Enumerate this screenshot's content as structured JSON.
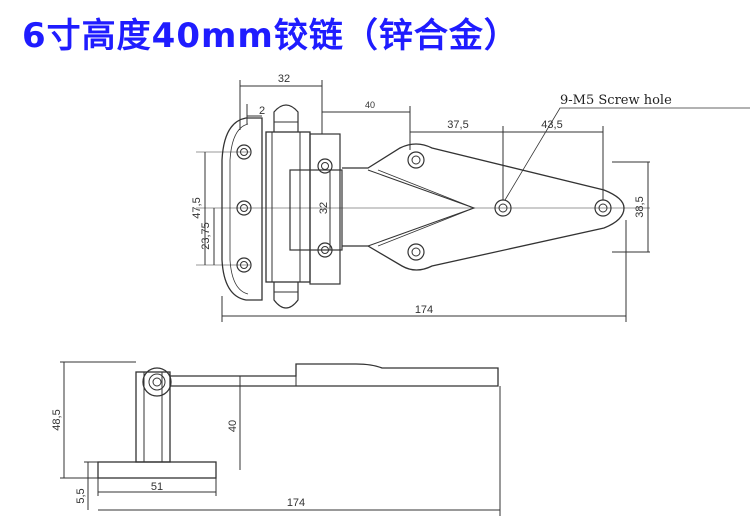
{
  "title": "6寸高度40mm铰链（锌合金）",
  "note": "9-M5 Screw hole",
  "top_view": {
    "dims": {
      "width_32": "32",
      "offset_2": "2",
      "spacing_40": "40",
      "spacing_37_5": "37,5",
      "spacing_43_5": "43,5",
      "height_47_5": "47,5",
      "height_23_75": "23,75",
      "inner_32": "32",
      "tip_38_5": "38,5",
      "length_174": "174"
    }
  },
  "side_view": {
    "dims": {
      "height_48_5": "48,5",
      "height_40": "40",
      "width_51": "51",
      "thick_5_5": "5,5",
      "length_174": "174"
    }
  },
  "colors": {
    "title": "#1f1cff",
    "line": "#333333"
  }
}
